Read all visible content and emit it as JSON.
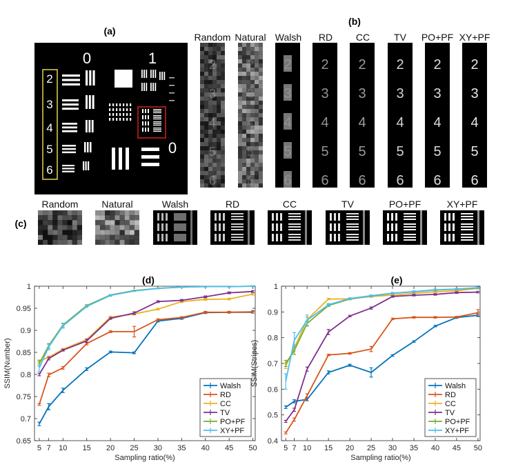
{
  "panel_labels": {
    "a": "(a)",
    "b": "(b)",
    "c": "(c)",
    "d": "(d)",
    "e": "(e)"
  },
  "target": {
    "group_labels": [
      "0",
      "1",
      "0"
    ],
    "digits": [
      "2",
      "3",
      "4",
      "5",
      "6"
    ],
    "highlight_colors": {
      "digits_box": "#e8d44a",
      "stripes_box": "#d0221c"
    }
  },
  "methods": [
    "Random",
    "Natural",
    "Walsh",
    "RD",
    "CC",
    "TV",
    "PO+PF",
    "XY+PF"
  ],
  "strip_digits": [
    "2",
    "3",
    "4",
    "5",
    "6"
  ],
  "chart_data": [
    {
      "type": "line",
      "panel": "(d)",
      "xlabel": "Sampling ratio(%)",
      "ylabel": "SSIM(Number)",
      "x": [
        5,
        7,
        10,
        15,
        20,
        25,
        30,
        35,
        40,
        45,
        50
      ],
      "xticks": [
        5,
        7,
        10,
        15,
        20,
        25,
        30,
        35,
        40,
        45,
        50
      ],
      "xlim": [
        4,
        50.5
      ],
      "ylim": [
        0.65,
        1.0
      ],
      "yticks": [
        0.65,
        0.7,
        0.75,
        0.8,
        0.85,
        0.9,
        0.95,
        1
      ],
      "grid": false,
      "legend": "bottom-right",
      "series": [
        {
          "name": "Walsh",
          "color": "#0072bd",
          "values": [
            0.688,
            0.727,
            0.764,
            0.812,
            0.851,
            0.849,
            0.921,
            0.927,
            0.94,
            0.941,
            0.941
          ],
          "errors": [
            0.004,
            0.007,
            0.005,
            0.003,
            0.002,
            0.002,
            0.002,
            0.002,
            0.002,
            0.002,
            0.002
          ]
        },
        {
          "name": "RD",
          "color": "#d95319",
          "values": [
            0.732,
            0.799,
            0.815,
            0.87,
            0.897,
            0.897,
            0.924,
            0.929,
            0.941,
            0.941,
            0.942
          ],
          "errors": [
            0.002,
            0.004,
            0.003,
            0.003,
            0.002,
            0.012,
            0.002,
            0.002,
            0.002,
            0.002,
            0.003
          ]
        },
        {
          "name": "CC",
          "color": "#edb120",
          "values": [
            0.83,
            0.839,
            0.857,
            0.879,
            0.93,
            0.937,
            0.948,
            0.965,
            0.97,
            0.971,
            0.982
          ],
          "errors": [
            0.003,
            0.003,
            0.002,
            0.002,
            0.002,
            0.002,
            0.002,
            0.002,
            0.002,
            0.002,
            0.002
          ]
        },
        {
          "name": "TV",
          "color": "#7e2f8e",
          "values": [
            0.8,
            0.836,
            0.855,
            0.876,
            0.927,
            0.939,
            0.965,
            0.968,
            0.976,
            0.985,
            0.988
          ],
          "errors": [
            0.003,
            0.003,
            0.002,
            0.004,
            0.002,
            0.003,
            0.002,
            0.002,
            0.002,
            0.002,
            0.002
          ]
        },
        {
          "name": "PO+PF",
          "color": "#77ac30",
          "values": [
            0.825,
            0.865,
            0.912,
            0.956,
            0.98,
            0.99,
            0.995,
            0.998,
            0.999,
            0.999,
            1.0
          ],
          "errors": [
            0.006,
            0.005,
            0.004,
            0.002,
            0.001,
            0.001,
            0.001,
            0.001,
            0.001,
            0.001,
            0.001
          ]
        },
        {
          "name": "XY+PF",
          "color": "#4dbeee",
          "values": [
            0.815,
            0.862,
            0.91,
            0.954,
            0.979,
            0.989,
            0.995,
            0.998,
            0.999,
            0.999,
            1.0
          ],
          "errors": [
            0.008,
            0.006,
            0.005,
            0.002,
            0.002,
            0.001,
            0.001,
            0.001,
            0.001,
            0.001,
            0.001
          ]
        }
      ]
    },
    {
      "type": "line",
      "panel": "(e)",
      "xlabel": "Sampling ratio(%)",
      "ylabel": "SSIM(Stripes)",
      "x": [
        5,
        7,
        10,
        15,
        20,
        25,
        30,
        35,
        40,
        45,
        50
      ],
      "xticks": [
        5,
        7,
        10,
        15,
        20,
        25,
        30,
        35,
        40,
        45,
        50
      ],
      "xlim": [
        4,
        50.5
      ],
      "ylim": [
        0.4,
        1.0
      ],
      "yticks": [
        0.4,
        0.5,
        0.6,
        0.7,
        0.8,
        0.9,
        1
      ],
      "grid": false,
      "legend": "bottom-right",
      "series": [
        {
          "name": "Walsh",
          "color": "#0072bd",
          "values": [
            0.53,
            0.553,
            0.56,
            0.665,
            0.693,
            0.665,
            0.731,
            0.785,
            0.845,
            0.878,
            0.887
          ],
          "errors": [
            0.005,
            0.006,
            0.005,
            0.006,
            0.004,
            0.018,
            0.003,
            0.003,
            0.003,
            0.003,
            0.005
          ]
        },
        {
          "name": "RD",
          "color": "#d95319",
          "values": [
            0.43,
            0.482,
            0.575,
            0.733,
            0.739,
            0.756,
            0.873,
            0.879,
            0.879,
            0.88,
            0.897
          ],
          "errors": [
            0.004,
            0.006,
            0.007,
            0.003,
            0.003,
            0.01,
            0.003,
            0.003,
            0.003,
            0.003,
            0.012
          ]
        },
        {
          "name": "CC",
          "color": "#edb120",
          "values": [
            0.69,
            0.76,
            0.87,
            0.95,
            0.951,
            0.96,
            0.965,
            0.972,
            0.978,
            0.982,
            0.992
          ],
          "errors": [
            0.01,
            0.012,
            0.01,
            0.003,
            0.003,
            0.003,
            0.003,
            0.003,
            0.003,
            0.003,
            0.003
          ]
        },
        {
          "name": "TV",
          "color": "#7e2f8e",
          "values": [
            0.475,
            0.52,
            0.678,
            0.822,
            0.884,
            0.915,
            0.96,
            0.965,
            0.968,
            0.975,
            0.977
          ],
          "errors": [
            0.004,
            0.006,
            0.008,
            0.01,
            0.003,
            0.004,
            0.003,
            0.003,
            0.003,
            0.003,
            0.003
          ]
        },
        {
          "name": "PO+PF",
          "color": "#77ac30",
          "values": [
            0.7,
            0.75,
            0.855,
            0.925,
            0.95,
            0.962,
            0.972,
            0.978,
            0.985,
            0.988,
            0.993
          ],
          "errors": [
            0.012,
            0.015,
            0.01,
            0.004,
            0.003,
            0.003,
            0.003,
            0.003,
            0.003,
            0.003,
            0.003
          ]
        },
        {
          "name": "XY+PF",
          "color": "#4dbeee",
          "values": [
            0.63,
            0.79,
            0.868,
            0.928,
            0.952,
            0.963,
            0.973,
            0.979,
            0.986,
            0.989,
            0.994
          ],
          "errors": [
            0.03,
            0.03,
            0.02,
            0.005,
            0.003,
            0.003,
            0.003,
            0.003,
            0.003,
            0.003,
            0.003
          ]
        }
      ]
    }
  ]
}
